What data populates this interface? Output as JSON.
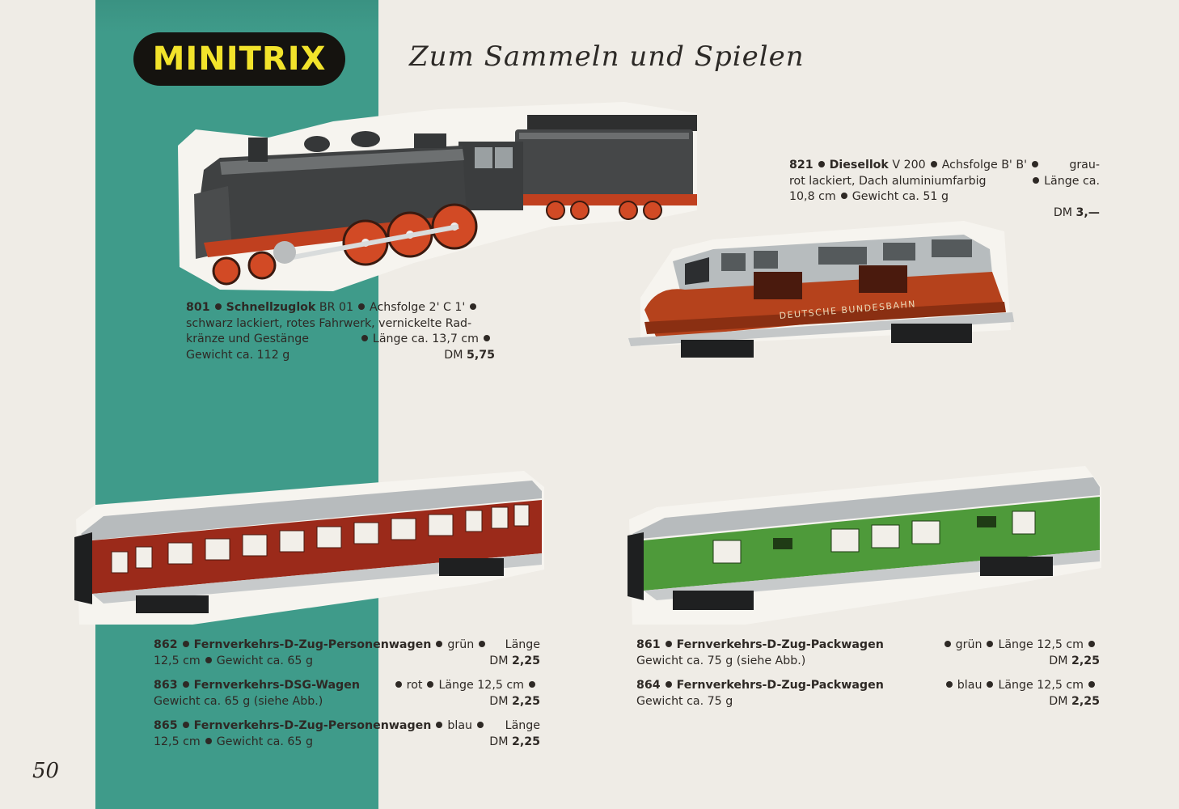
{
  "header": {
    "brand": "MINITRIX",
    "tagline": "Zum Sammeln und Spielen"
  },
  "page_number": "50",
  "products": {
    "p801": {
      "number": "801",
      "name": "Schnellzuglok",
      "l1_a": "BR 01",
      "l1_b": "Achsfolge 2' C 1'",
      "l2": "schwarz lackiert, rotes Fahrwerk, vernickelte Rad-",
      "l3_a": "kränze und Gestänge",
      "l3_b": "Länge ca. 13,7 cm",
      "l4": "Gewicht ca. 112 g",
      "currency": "DM",
      "price": "5,75"
    },
    "p821": {
      "number": "821",
      "name": "Diesellok",
      "l1_a": "V 200",
      "l1_b": "Achsfolge B' B'",
      "l1_c": "grau-",
      "l2_a": "rot lackiert, Dach aluminiumfarbig",
      "l2_b": "Länge ca.",
      "l3_a": "10,8 cm",
      "l3_b": "Gewicht ca. 51 g",
      "currency": "DM",
      "price": "3,—"
    },
    "p862": {
      "number": "862",
      "name": "Fernverkehrs-D-Zug-Personenwagen",
      "color": "grün",
      "length_label": "Länge",
      "l2_a": "12,5 cm",
      "l2_b": "Gewicht ca. 65 g",
      "currency": "DM",
      "price": "2,25"
    },
    "p863": {
      "number": "863",
      "name": "Fernverkehrs-DSG-Wagen",
      "color": "rot",
      "length": "Länge 12,5 cm",
      "l2": "Gewicht ca. 65 g (siehe Abb.)",
      "currency": "DM",
      "price": "2,25"
    },
    "p865": {
      "number": "865",
      "name": "Fernverkehrs-D-Zug-Personenwagen",
      "color": "blau",
      "length_label": "Länge",
      "l2_a": "12,5 cm",
      "l2_b": "Gewicht ca. 65 g",
      "currency": "DM",
      "price": "2,25"
    },
    "p861": {
      "number": "861",
      "name": "Fernverkehrs-D-Zug-Packwagen",
      "color": "grün",
      "length": "Länge 12,5 cm",
      "l2": "Gewicht ca. 75 g (siehe Abb.)",
      "currency": "DM",
      "price": "2,25"
    },
    "p864": {
      "number": "864",
      "name": "Fernverkehrs-D-Zug-Packwagen",
      "color": "blau",
      "length": "Länge 12,5 cm",
      "l2": "Gewicht ca. 75 g",
      "currency": "DM",
      "price": "2,25"
    }
  },
  "images": {
    "diesel_lettering": "DEUTSCHE BUNDESBAHN"
  },
  "colors": {
    "teal_band": "#3f9b8a",
    "logo_bg": "#15130f",
    "logo_text": "#f2e32b",
    "paper": "#efece6",
    "loco_red": "#c0401f",
    "coach_red": "#9b2a1a",
    "coach_green": "#4e9a3a"
  }
}
